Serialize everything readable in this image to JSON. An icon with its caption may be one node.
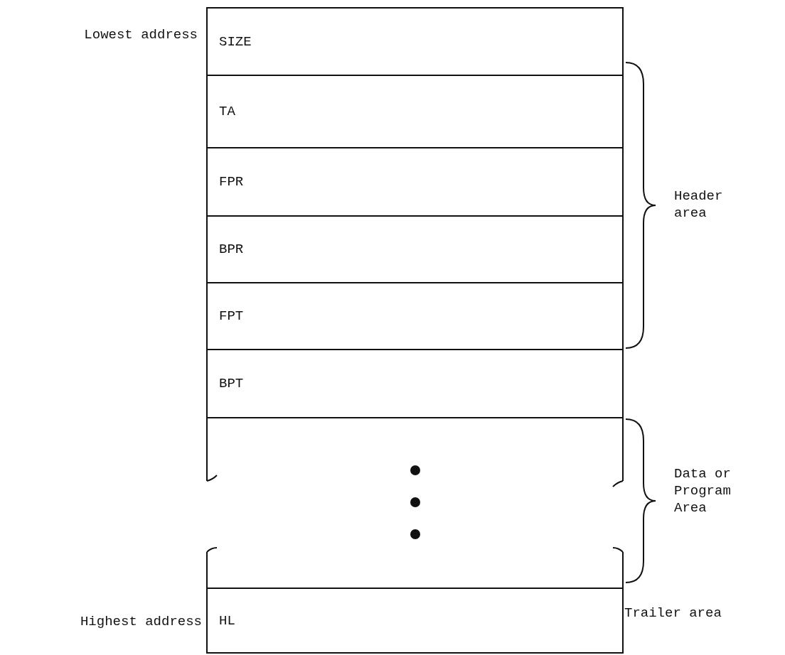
{
  "diagram": {
    "nodes": [
      {
        "text": [
          "SIZE"
        ],
        "beside": [
          "Lowest address"
        ]
      },
      {
        "text": [
          "TA"
        ]
      },
      {
        "text": [
          "FPR"
        ]
      },
      {
        "text": [
          "BPR"
        ]
      },
      {
        "text": [
          "FPT"
        ]
      },
      {
        "text": [
          "BPT"
        ]
      },
      {
        "text": [],
        "shape": "box"
      },
      {
        "text": [
          "HL"
        ],
        "beside": [
          "Highest address",
          "Trailer area"
        ]
      }
    ],
    "labels": [
      "Header area",
      "Data or Program Area"
    ]
  }
}
